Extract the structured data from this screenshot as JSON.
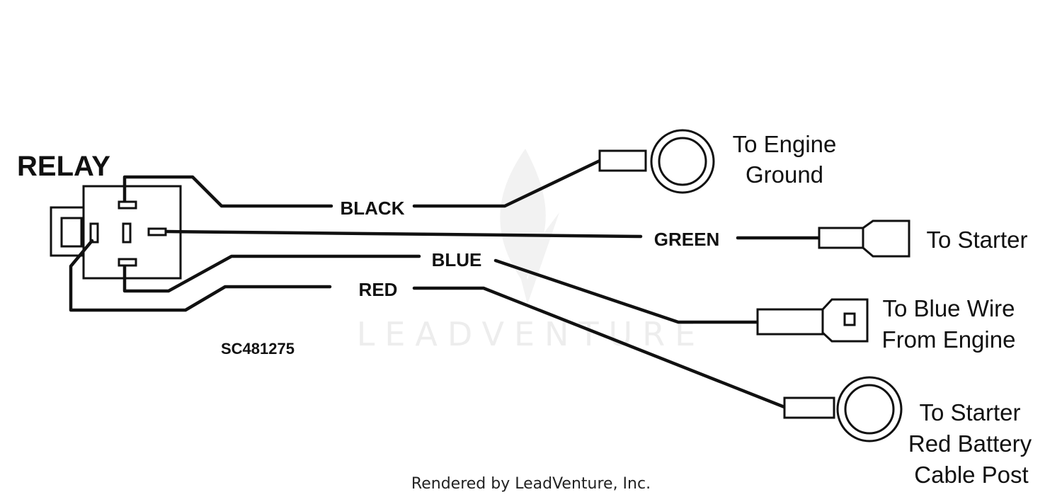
{
  "diagram": {
    "relay_label": "RELAY",
    "part_number": "SC481275",
    "wires": {
      "black": "BLACK",
      "green": "GREEN",
      "blue": "BLUE",
      "red": "RED"
    },
    "destinations": {
      "engine_ground": [
        "To Engine",
        "Ground"
      ],
      "starter": [
        "To Starter"
      ],
      "blue_wire": [
        "To Blue Wire",
        "From Engine"
      ],
      "battery_post": [
        "To Starter",
        "Red Battery",
        "Cable Post"
      ]
    },
    "watermark": "LEADVENTURE",
    "credit": "Rendered by LeadVenture, Inc."
  },
  "colors": {
    "ink": "#111111",
    "background": "#ffffff",
    "watermark": "#ededed"
  }
}
